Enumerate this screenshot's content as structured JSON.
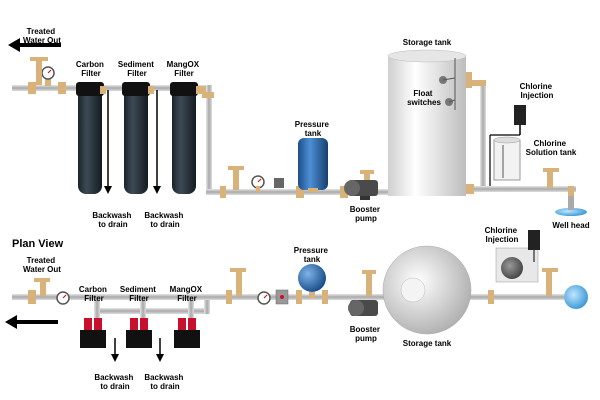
{
  "elevation": {
    "treated_water_out": [
      "Treated",
      "Water Out"
    ],
    "carbon_filter": [
      "Carbon",
      "Filter"
    ],
    "sediment_filter": [
      "Sediment",
      "Filter"
    ],
    "mangox_filter": [
      "MangOX",
      "Filter"
    ],
    "storage_tank": "Storage tank",
    "float_switches": [
      "Float",
      "switches"
    ],
    "chlorine_injection": [
      "Chlorine",
      "Injection"
    ],
    "chlorine_solution_tank": [
      "Chlorine",
      "Solution tank"
    ],
    "pressure_tank": [
      "Pressure",
      "tank"
    ],
    "booster_pump": [
      "Booster",
      "pump"
    ],
    "backwash_1": [
      "Backwash",
      "to drain"
    ],
    "backwash_2": [
      "Backwash",
      "to drain"
    ],
    "well_head": "Well head"
  },
  "plan": {
    "title": "Plan View",
    "treated_water_out": [
      "Treated",
      "Water Out"
    ],
    "carbon_filter": [
      "Carbon",
      "Filter"
    ],
    "sediment_filter": [
      "Sediment",
      "Filter"
    ],
    "mangox_filter": [
      "MangOX",
      "Filter"
    ],
    "pressure_tank": [
      "Pressure",
      "tank"
    ],
    "chlorine_injection": [
      "Chlorine",
      "Injection"
    ],
    "booster_pump": [
      "Booster",
      "pump"
    ],
    "storage_tank": "Storage tank",
    "backwash_1": [
      "Backwash",
      "to drain"
    ],
    "backwash_2": [
      "Backwash",
      "to drain"
    ]
  },
  "colors": {
    "pipe": "#b8b8b8",
    "fitting": "#d9b27a",
    "filter_body": "#1f2a33",
    "pressure_tank": "#2f6db0",
    "water": "#59b6e8",
    "valve_red": "#c8102e"
  }
}
